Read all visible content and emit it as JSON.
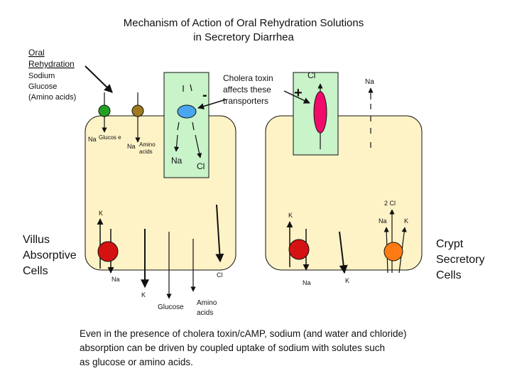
{
  "title": {
    "line1": "Mechanism of Action of Oral Rehydration Solutions",
    "line2": "in Secretory Diarrhea"
  },
  "ors_label": {
    "line1": "Oral",
    "line2": "Rehydration",
    "items": [
      "Sodium",
      "Glucose",
      "(Amino acids)"
    ]
  },
  "cholera_label": [
    "Cholera toxin",
    "affects these",
    "transporters"
  ],
  "villus": {
    "label": [
      "Villus",
      "Absorptive",
      "Cells"
    ],
    "na_glucose_na": "Na",
    "na_glucose_glucose": "Glucos e",
    "na_amino_na": "Na",
    "na_amino_amino": [
      "Amino",
      "acids"
    ],
    "channel_na": "Na",
    "channel_cl": "Cl",
    "channel_sign": "-",
    "pump_k": "K",
    "pump_na": "Na",
    "k_out": "K",
    "glucose_out": "Glucose",
    "amino_out": [
      "Amino",
      "acids"
    ],
    "cl_out": "Cl"
  },
  "crypt": {
    "label": [
      "Crypt",
      "Secretory",
      "Cells"
    ],
    "channel_cl": "Cl",
    "channel_sign": "+",
    "na_top": "Na",
    "pump_k": "K",
    "pump_na": "Na",
    "k_out": "K",
    "nkcc_2cl": "2 Cl",
    "nkcc_na": "Na",
    "nkcc_k": "K"
  },
  "caption": [
    "Even in the presence of cholera toxin/cAMP, sodium (and water and chloride)",
    "absorption can be driven by coupled uptake of sodium with solutes such",
    "as glucose or amino acids."
  ],
  "colors": {
    "cell_fill": "#FDF3C6",
    "channel_box": "#C9F3C9",
    "glucose_transporter": "#22A022",
    "amino_transporter": "#9E7A1E",
    "villus_channel": "#4AA6EE",
    "crypt_channel": "#F00A6A",
    "pump": "#D41212",
    "nkcc": "#FF7A12"
  }
}
